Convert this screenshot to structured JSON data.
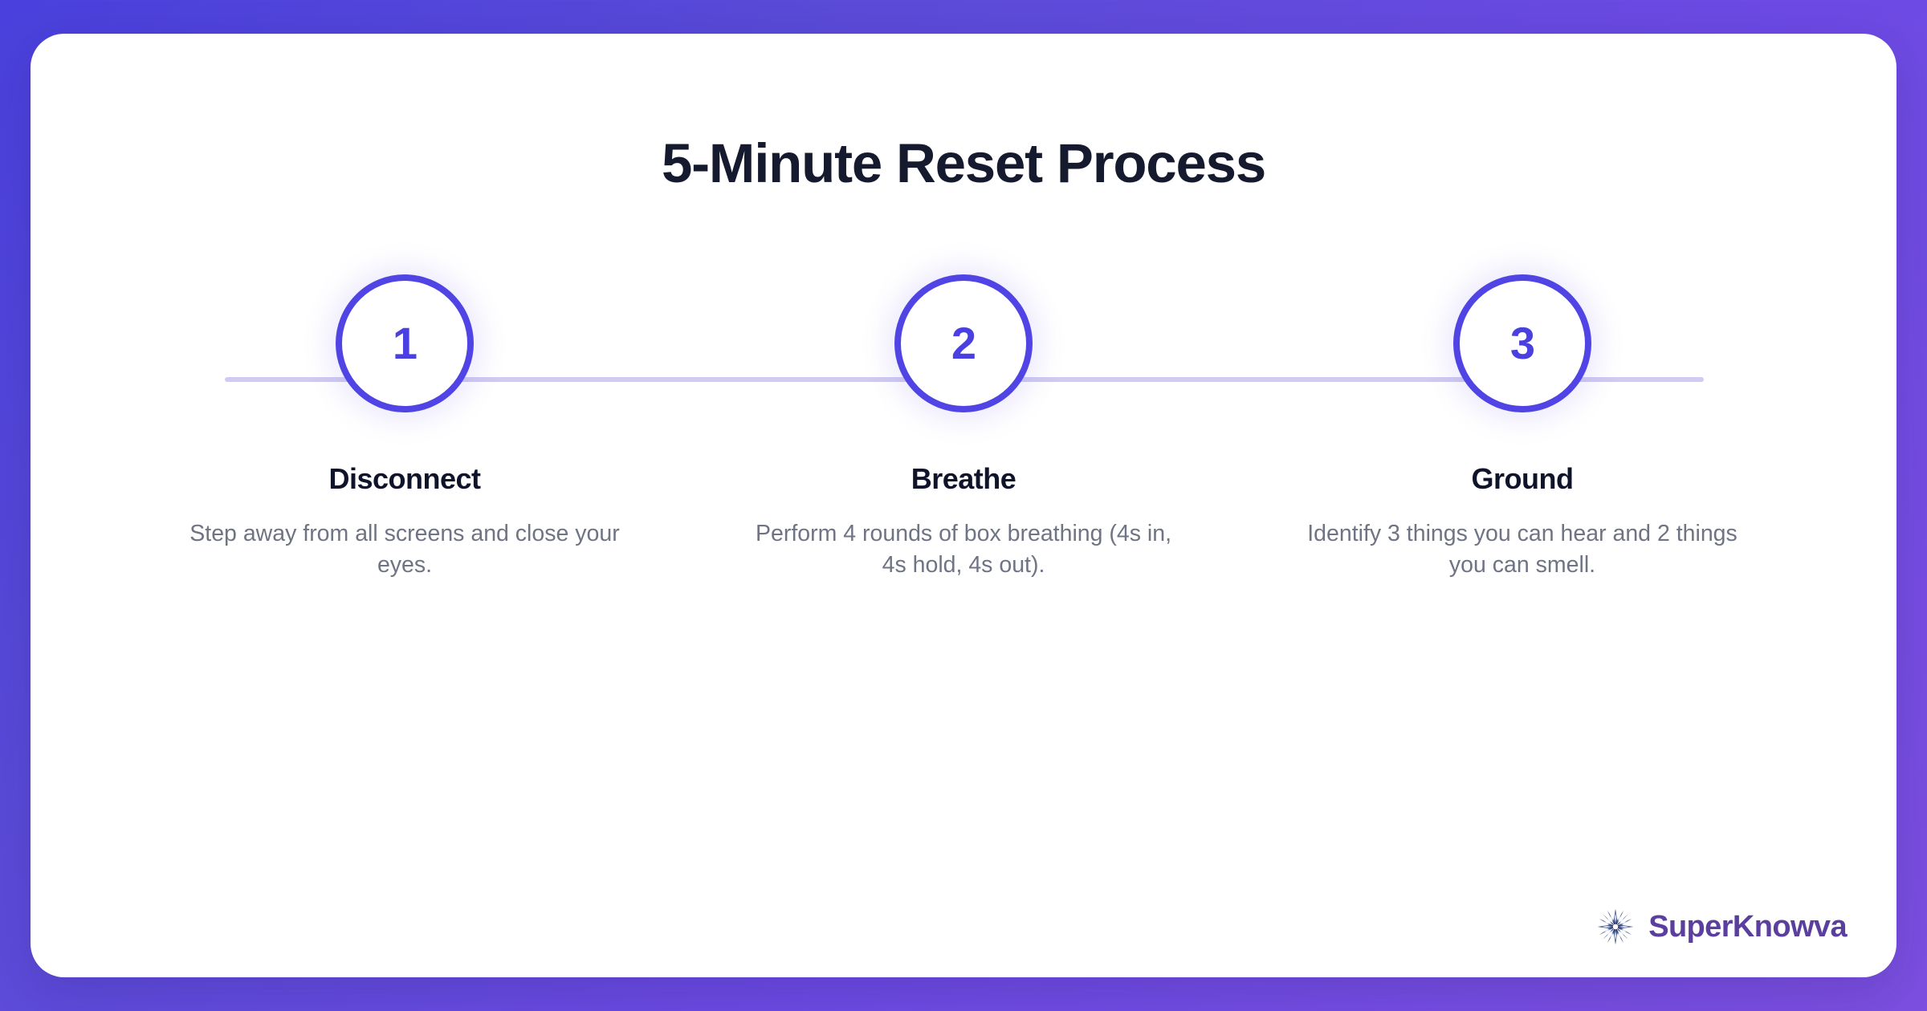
{
  "theme": {
    "background_gradient_from": "#4a40dd",
    "background_gradient_to": "#7c4fe0",
    "card_background": "#ffffff",
    "accent": "#5044e4",
    "number_color": "#4a3fe0",
    "connector_line_color": "#cfcbf2",
    "title_color": "#161a2e",
    "heading_color": "#10142a",
    "body_text_color": "#6f7484",
    "brand_text_color": "#5b3f9e"
  },
  "header": {
    "title": "5-Minute Reset Process"
  },
  "timeline": {
    "connector_icon": "horizontal-line",
    "steps": [
      {
        "number": "1",
        "heading": "Disconnect",
        "description": "Step away from all screens and close your eyes."
      },
      {
        "number": "2",
        "heading": "Breathe",
        "description": "Perform 4 rounds of box breathing (4s in, 4s hold, 4s out)."
      },
      {
        "number": "3",
        "heading": "Ground",
        "description": "Identify 3 things you can hear and 2 things you can smell."
      }
    ]
  },
  "brand": {
    "name": "SuperKnowva",
    "mark_icon": "starburst-icon"
  }
}
